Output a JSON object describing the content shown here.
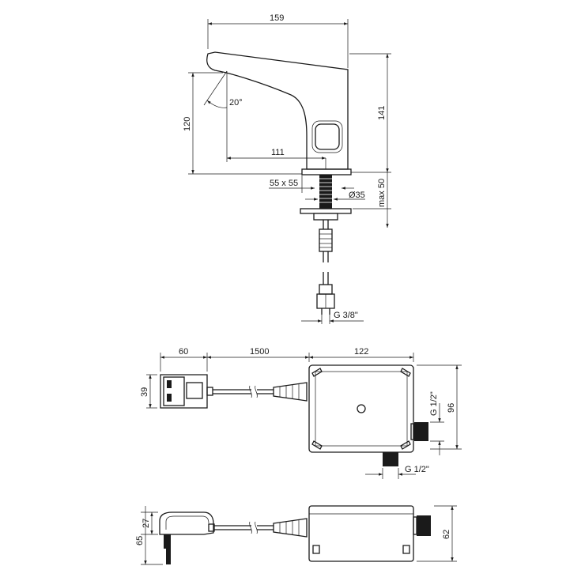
{
  "dimensions": {
    "faucet_length": "159",
    "faucet_height": "141",
    "spout_height": "120",
    "spout_angle": "20°",
    "spout_reach": "111",
    "base_size": "55 x 55",
    "hole_diameter": "Ø35",
    "max_thickness": "max 50",
    "hose_thread": "G 3/8\"",
    "plug_width": "60",
    "cable_length": "1500",
    "box_width": "122",
    "plug_height": "39",
    "box_height": "96",
    "inlet_thread_side": "G 1/2\"",
    "inlet_thread_bottom": "G 1/2\"",
    "plug_side_height": "27",
    "plug_total_height": "65",
    "box_side_height": "62"
  }
}
